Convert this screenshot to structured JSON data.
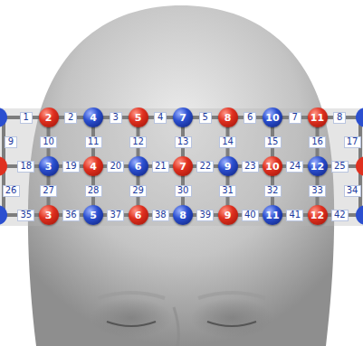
{
  "diagram": {
    "nodes": [
      {
        "text": [
          "1"
        ]
      },
      {
        "text": [
          "2"
        ]
      },
      {
        "text": [
          "2"
        ]
      },
      {
        "text": [
          "4"
        ]
      },
      {
        "text": [
          "3"
        ]
      },
      {
        "text": [
          "5"
        ]
      },
      {
        "text": [
          "4"
        ]
      },
      {
        "text": [
          "7"
        ]
      },
      {
        "text": [
          "5"
        ]
      },
      {
        "text": [
          "8"
        ]
      },
      {
        "text": [
          "6"
        ]
      },
      {
        "text": [
          "10"
        ]
      },
      {
        "text": [
          "7"
        ]
      },
      {
        "text": [
          "11"
        ]
      },
      {
        "text": [
          "8"
        ]
      },
      {
        "text": [
          "9"
        ]
      },
      {
        "text": [
          "10"
        ]
      },
      {
        "text": [
          "11"
        ]
      },
      {
        "text": [
          "12"
        ]
      },
      {
        "text": [
          "13"
        ]
      },
      {
        "text": [
          "14"
        ]
      },
      {
        "text": [
          "15"
        ]
      },
      {
        "text": [
          "16"
        ]
      },
      {
        "text": [
          "17"
        ]
      },
      {
        "text": [
          "18"
        ]
      },
      {
        "text": [
          "3"
        ]
      },
      {
        "text": [
          "19"
        ]
      },
      {
        "text": [
          "4"
        ]
      },
      {
        "text": [
          "20"
        ]
      },
      {
        "text": [
          "6"
        ]
      },
      {
        "text": [
          "21"
        ]
      },
      {
        "text": [
          "7"
        ]
      },
      {
        "text": [
          "22"
        ]
      },
      {
        "text": [
          "9"
        ]
      },
      {
        "text": [
          "23"
        ]
      },
      {
        "text": [
          "10"
        ]
      },
      {
        "text": [
          "24"
        ]
      },
      {
        "text": [
          "12"
        ]
      },
      {
        "text": [
          "25"
        ]
      },
      {
        "text": [
          "26"
        ]
      },
      {
        "text": [
          "27"
        ]
      },
      {
        "text": [
          "28"
        ]
      },
      {
        "text": [
          "29"
        ]
      },
      {
        "text": [
          "30"
        ]
      },
      {
        "text": [
          "31"
        ]
      },
      {
        "text": [
          "32"
        ]
      },
      {
        "text": [
          "33"
        ]
      },
      {
        "text": [
          "34"
        ]
      },
      {
        "text": [
          "35"
        ]
      },
      {
        "text": [
          "3"
        ]
      },
      {
        "text": [
          "36"
        ]
      },
      {
        "text": [
          "5"
        ]
      },
      {
        "text": [
          "37"
        ]
      },
      {
        "text": [
          "6"
        ]
      },
      {
        "text": [
          "38"
        ]
      },
      {
        "text": [
          "8"
        ]
      },
      {
        "text": [
          "39"
        ]
      },
      {
        "text": [
          "9"
        ]
      },
      {
        "text": [
          "40"
        ]
      },
      {
        "text": [
          "11"
        ]
      },
      {
        "text": [
          "41"
        ]
      },
      {
        "text": [
          "12"
        ]
      },
      {
        "text": [
          "42"
        ]
      }
    ]
  }
}
